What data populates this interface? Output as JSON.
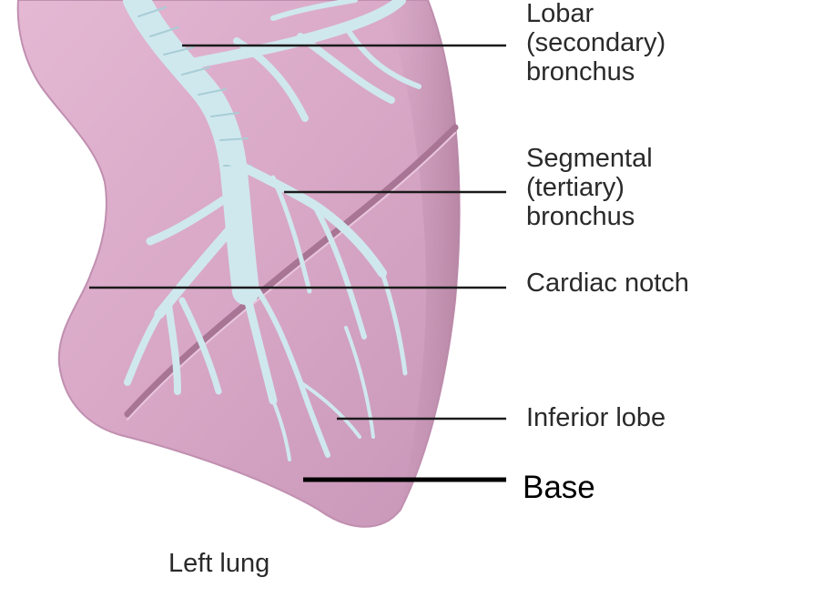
{
  "labels": {
    "lobar": [
      "Lobar",
      "(secondary)",
      "bronchus"
    ],
    "segmental": [
      "Segmental",
      "(tertiary)",
      "bronchus"
    ],
    "cardiac_notch": "Cardiac notch",
    "inferior_lobe": "Inferior lobe",
    "base": "Base"
  },
  "caption": "Left lung",
  "colors": {
    "lung_fill": "#d9a9c7",
    "lung_shadow": "#b98aa8",
    "bronchus": "#cfe8ee",
    "leader_line": "#1a1a1a",
    "text": "#2a2a2a"
  }
}
